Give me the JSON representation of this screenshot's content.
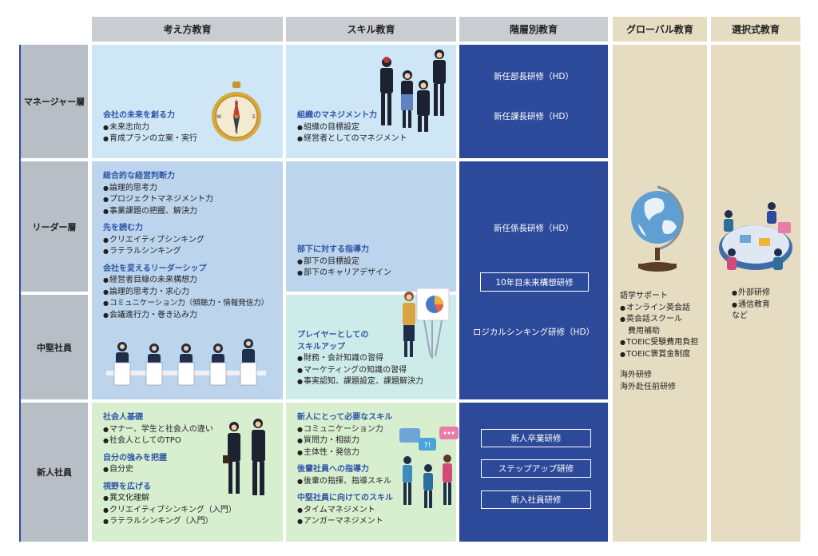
{
  "columns": [
    "考え方教育",
    "スキル教育",
    "階層別教育",
    "グローバル教育",
    "選択式教育"
  ],
  "rows": [
    "マネージャー層",
    "リーダー層",
    "中堅社員",
    "新人社員"
  ],
  "thinking": {
    "manager": {
      "title": "会社の未来を創る力",
      "items": [
        "未来志向力",
        "育成プランの立案・実行"
      ]
    },
    "leader": [
      {
        "title": "総合的な経営判断力",
        "items": [
          "論理的思考力",
          "プロジェクトマネジメント力",
          "事業課題の把握、解決力"
        ]
      },
      {
        "title": "先を読む力",
        "items": [
          "クリエイティブシンキング",
          "ラテラルシンキング"
        ]
      },
      {
        "title": "会社を変えるリーダーシップ",
        "items": [
          "経営者目線の未来構想力",
          "論理的思考力・求心力",
          "コミュニケーション力（傾聴力・情報発信力）",
          "会議進行力・巻き込み力"
        ]
      }
    ],
    "newcomer": [
      {
        "title": "社会人基礎",
        "items": [
          "マナー、学生と社会人の違い",
          "社会人としてのTPO"
        ]
      },
      {
        "title": "自分の強みを把握",
        "items": [
          "自分史"
        ]
      },
      {
        "title": "視野を広げる",
        "items": [
          "異文化理解",
          "クリエイティブシンキング（入門）",
          "ラテラルシンキング（入門）"
        ]
      }
    ]
  },
  "skill": {
    "manager": {
      "title": "組織のマネジメント力",
      "items": [
        "組織の目標設定",
        "経営者としてのマネジメント"
      ]
    },
    "leader": {
      "title": "部下に対する指導力",
      "items": [
        "部下の目標設定",
        "部下のキャリアデザイン"
      ]
    },
    "middle": {
      "title_lines": [
        "プレイヤーとしての",
        "スキルアップ"
      ],
      "items": [
        "財務・会計知識の習得",
        "マーケティングの知識の習得",
        "事実認知、課題設定、課題解決力"
      ]
    },
    "newcomer": [
      {
        "title": "新人にとって必要なスキル",
        "items": [
          "コミュニケーション力",
          "質問力・相談力",
          "主体性・発信力"
        ]
      },
      {
        "title": "後輩社員への指導力",
        "items": [
          "後輩の指揮、指導スキル"
        ]
      },
      {
        "title": "中堅社員に向けてのスキル",
        "items": [
          "タイムマネジメント",
          "アンガーマネジメント"
        ]
      }
    ],
    "bubble": "?!"
  },
  "tiered": {
    "manager": [
      "新任部長研修（HD）",
      "新任課長研修（HD）"
    ],
    "leader": "新任係長研修（HD）",
    "middle_box": "10年目未来構想研修",
    "middle": "ロジカルシンキング研修（HD）",
    "newcomer": [
      "新人卒業研修",
      "ステップアップ研修",
      "新入社員研修"
    ]
  },
  "global": {
    "heading1": "語学サポート",
    "items1": [
      "オンライン英会話",
      "英会話スクール",
      "TOEIC受験費用負担",
      "TOEIC褒賞金制度"
    ],
    "item1_cont": "費用補助",
    "heading2": "海外研修",
    "line2": "海外赴任前研修"
  },
  "elective": {
    "items": [
      "外部研修",
      "通信教育"
    ],
    "extra": "など"
  },
  "colors": {
    "header_gray": "#c9ccd1",
    "beige": "#e6dcc2",
    "light_blue": "#cfe6f6",
    "mid_blue": "#bcd4ec",
    "teal": "#cdebe8",
    "green": "#d8efcf",
    "navy": "#2d4a9a",
    "accent_text": "#2f55a8"
  }
}
